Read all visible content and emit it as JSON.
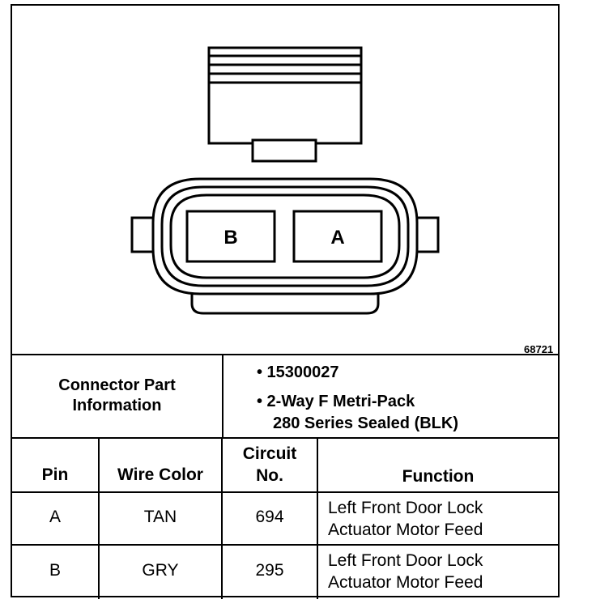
{
  "figure": {
    "pins": [
      {
        "id": "B"
      },
      {
        "id": "A"
      }
    ],
    "figure_number": "68721"
  },
  "connector_info": {
    "label_line1": "Connector Part",
    "label_line2": "Information",
    "part_number": "• 15300027",
    "description_line1": "• 2-Way F Metri-Pack",
    "description_line2": "280 Series Sealed (BLK)"
  },
  "table": {
    "headers": {
      "pin": "Pin",
      "wire_color": "Wire Color",
      "circuit_line1": "Circuit",
      "circuit_line2": "No.",
      "function": "Function"
    },
    "rows": [
      {
        "pin": "A",
        "wire_color": "TAN",
        "circuit": "694",
        "function_line1": "Left Front Door Lock",
        "function_line2": "Actuator Motor Feed"
      },
      {
        "pin": "B",
        "wire_color": "GRY",
        "circuit": "295",
        "function_line1": "Left Front Door Lock",
        "function_line2": "Actuator Motor Feed"
      }
    ]
  }
}
